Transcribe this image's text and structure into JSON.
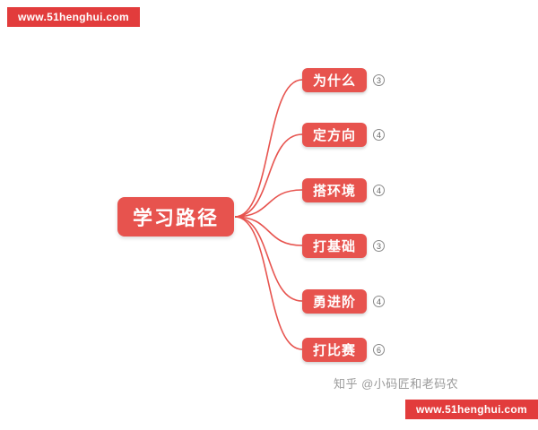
{
  "watermark_top": "www.51henghui.com",
  "watermark_bottom": "www.51henghui.com",
  "credit": "知乎 @小码匠和老码农",
  "root": {
    "label": "学习路径"
  },
  "nodes": [
    {
      "label": "为什么",
      "badge": "3"
    },
    {
      "label": "定方向",
      "badge": "4"
    },
    {
      "label": "搭环境",
      "badge": "4"
    },
    {
      "label": "打基础",
      "badge": "3"
    },
    {
      "label": "勇进阶",
      "badge": "4"
    },
    {
      "label": "打比赛",
      "badge": "6"
    }
  ],
  "colors": {
    "node": "#e7534e",
    "line": "#e7534e",
    "banner": "#e23c3c"
  }
}
